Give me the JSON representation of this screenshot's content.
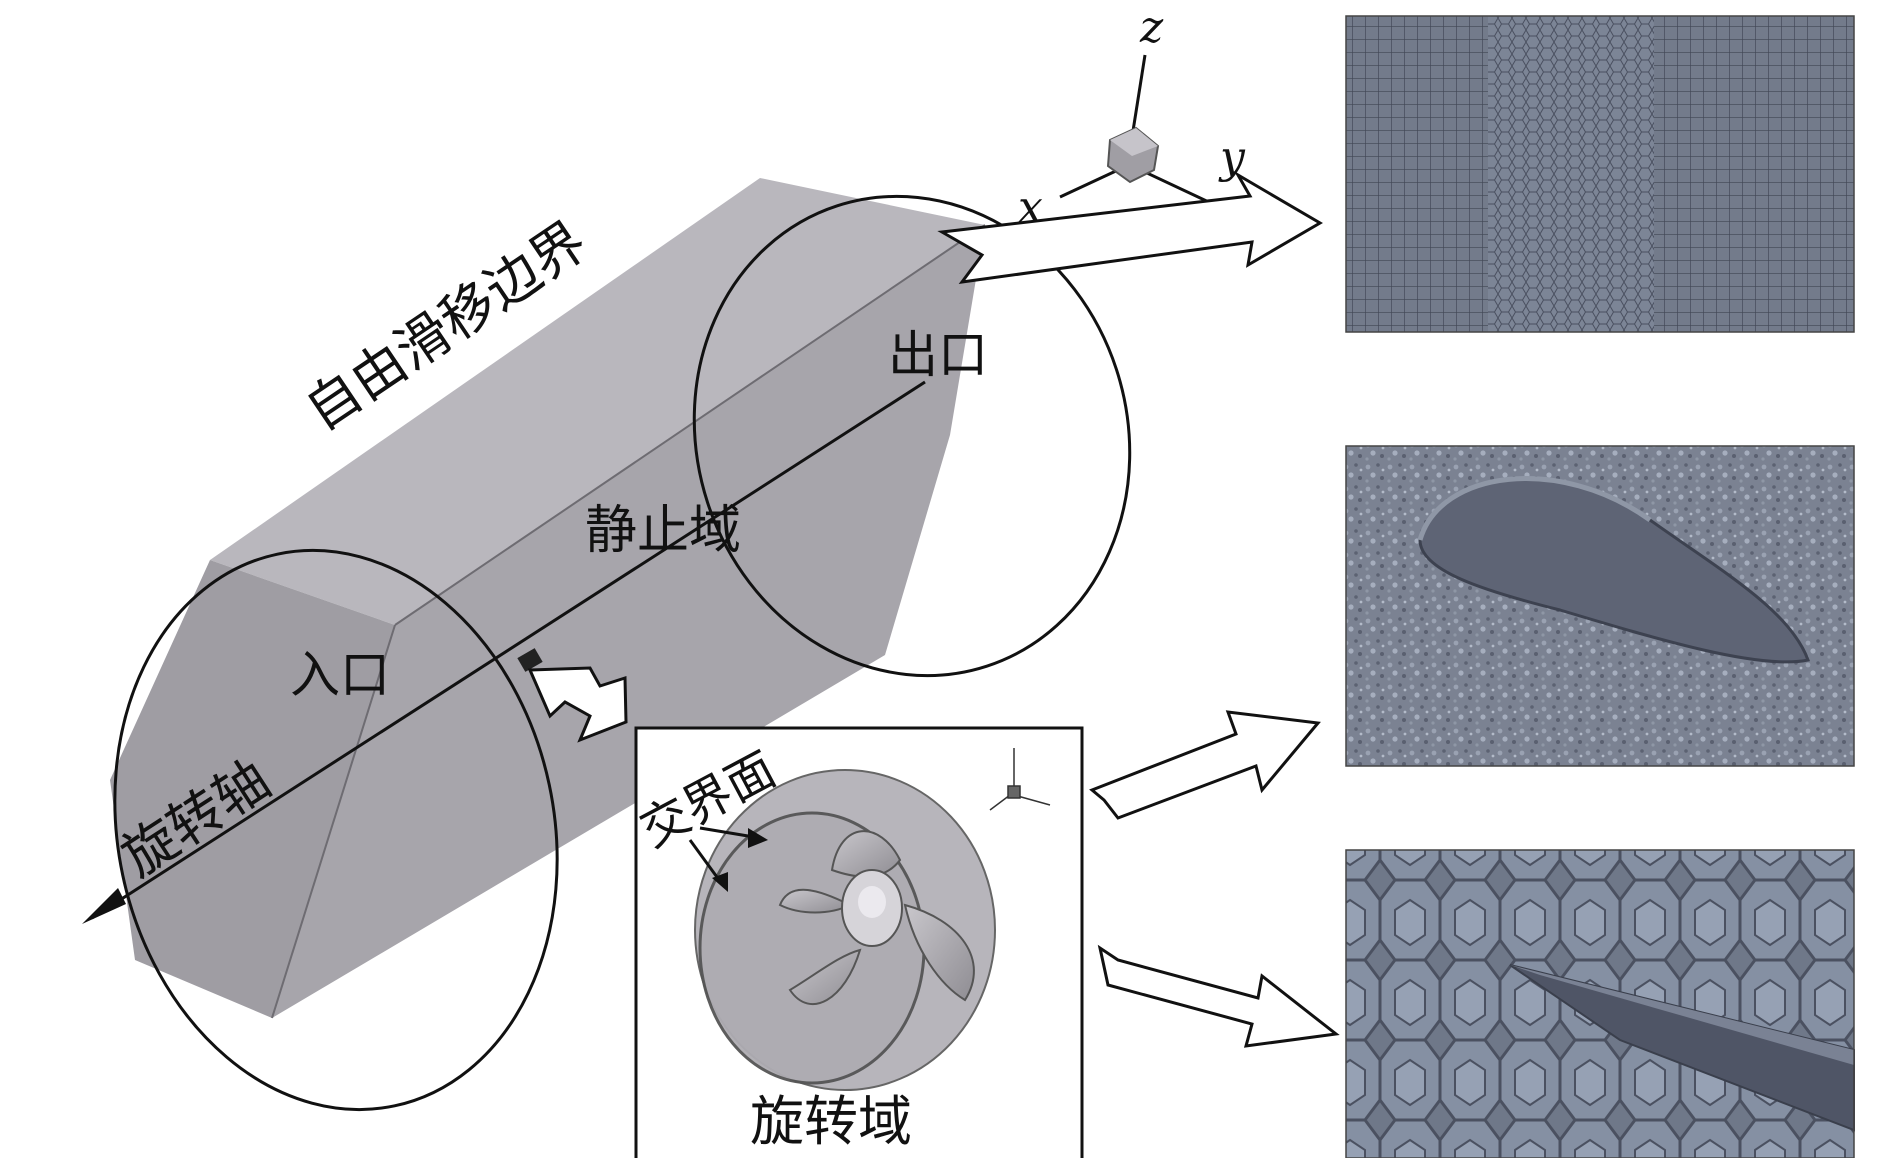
{
  "labels": {
    "free_slip_boundary": "自由滑移边界",
    "outlet": "出口",
    "stationary_domain": "静止域",
    "inlet": "入口",
    "rotation_axis": "旋转轴",
    "interface": "交界面",
    "rotating_domain": "旋转域"
  },
  "axes": {
    "x": "x",
    "y": "y",
    "z": "z"
  },
  "colors": {
    "domain_side": "#a7a5ab",
    "domain_top": "#b9b7bd",
    "domain_face": "#9f9da3",
    "mesh_bg": "#6e7585",
    "mesh_line": "#3e4452",
    "ink": "#111111"
  },
  "icons": [
    "coordinate-triad-icon",
    "block-arrow-icon",
    "propeller-icon"
  ]
}
